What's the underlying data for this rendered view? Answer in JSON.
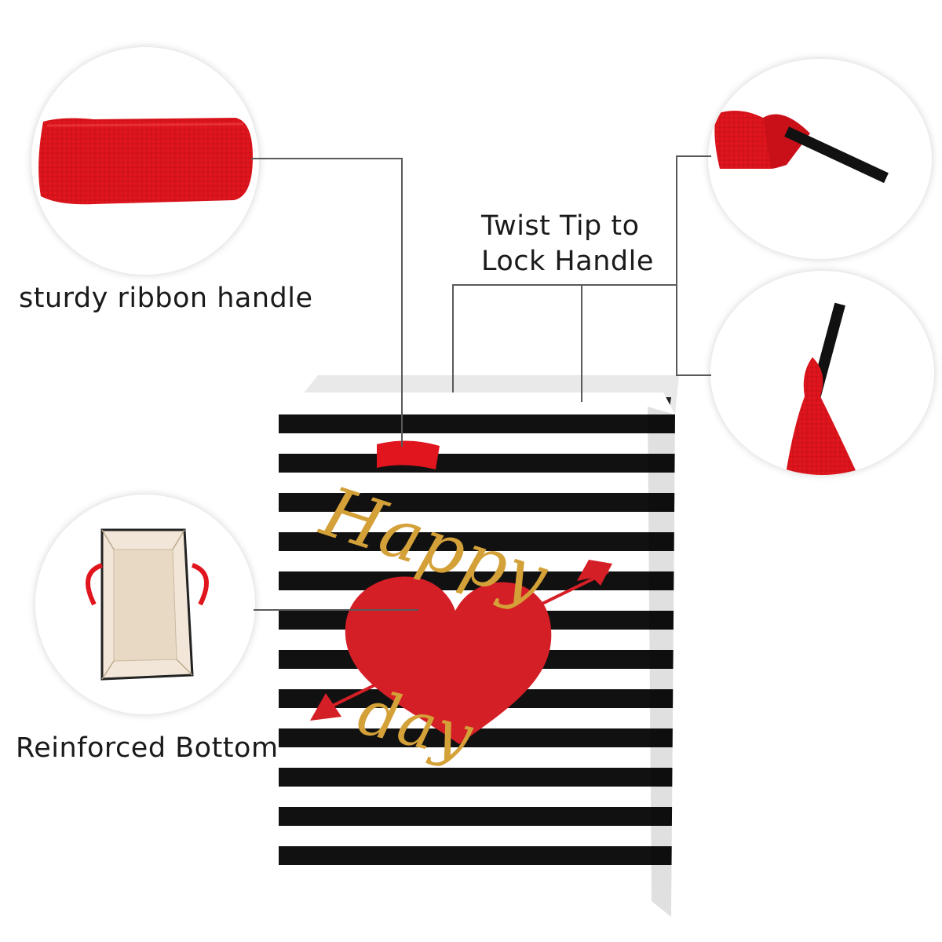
{
  "callouts": {
    "handle": "sturdy ribbon handle",
    "twist_line1": "Twist Tip to",
    "twist_line2": "Lock Handle",
    "bottom": "Reinforced Bottom"
  },
  "bag": {
    "lettering_top": "Happy",
    "lettering_bottom": "day"
  },
  "colors": {
    "ribbon_red": "#e0151d",
    "heart_red": "#d51f26",
    "stripe_black": "#111111",
    "gold": "#d4a038"
  }
}
